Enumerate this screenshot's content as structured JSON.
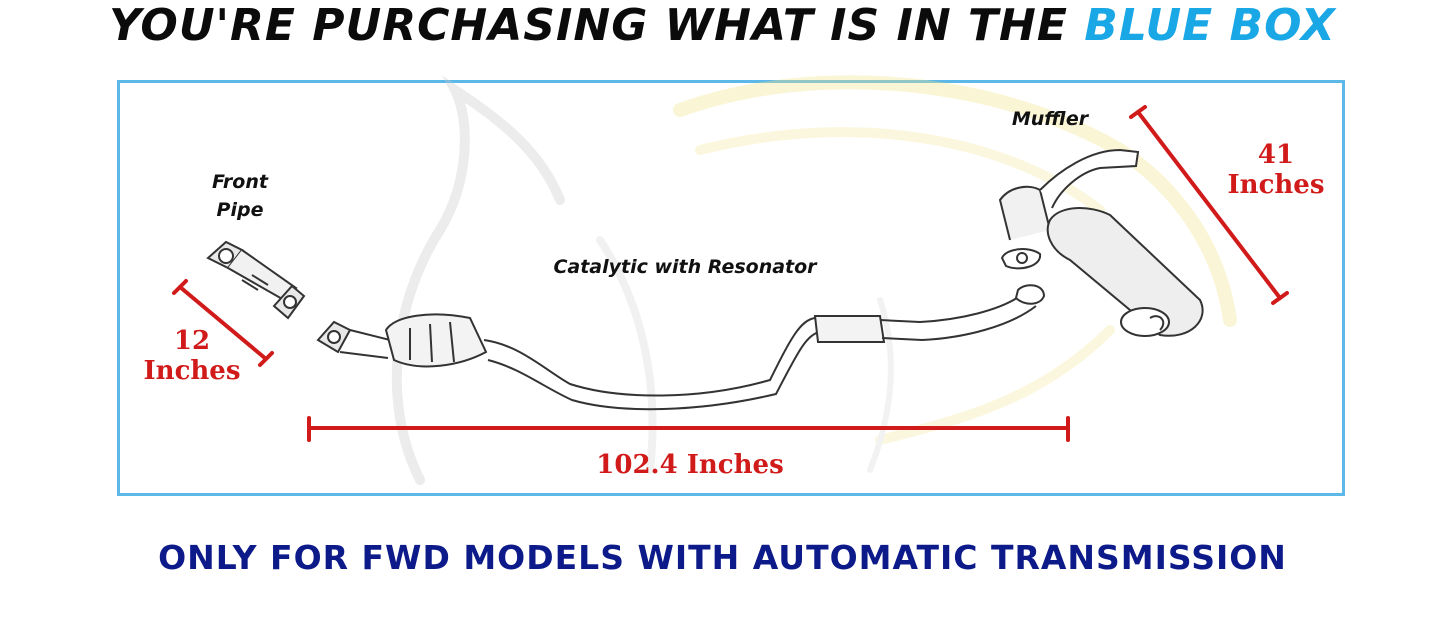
{
  "header": {
    "text_main": "YOU'RE PURCHASING WHAT IS IN THE",
    "text_accent": "BLUE BOX",
    "accent_color": "#1aa7e6"
  },
  "diagram": {
    "box_color": "#5bb8e8",
    "parts": {
      "front_pipe_line1": "Front",
      "front_pipe_line2": "Pipe",
      "catalytic": "Catalytic with Resonator",
      "muffler": "Muffler"
    },
    "dimensions": {
      "front_pipe_value": "12",
      "front_pipe_unit": "Inches",
      "overall_length": "102.4 Inches",
      "muffler_value": "41",
      "muffler_unit": "Inches",
      "dimension_color": "#d11a1a"
    }
  },
  "footer": {
    "text": "ONLY FOR FWD MODELS WITH AUTOMATIC TRANSMISSION",
    "color": "#0d1a8a"
  }
}
